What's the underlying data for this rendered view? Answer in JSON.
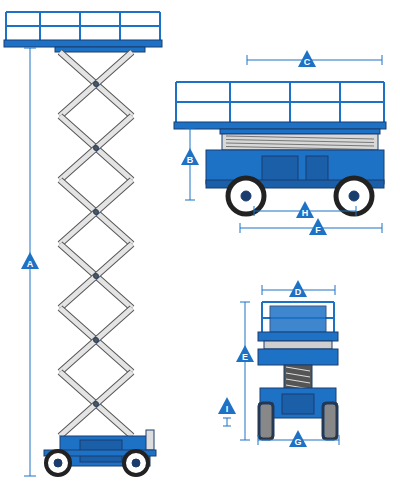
{
  "diagram": {
    "labels": [
      "A",
      "B",
      "C",
      "D",
      "E",
      "F",
      "G",
      "H",
      "I"
    ]
  }
}
